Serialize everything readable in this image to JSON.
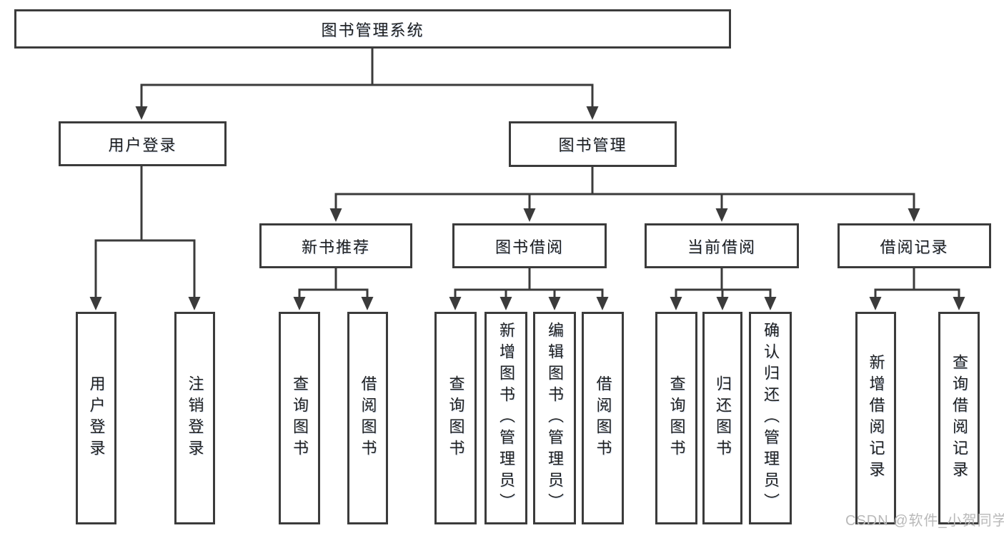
{
  "diagram": {
    "root": {
      "label": "图书管理系统"
    },
    "branches": [
      {
        "label": "用户登录",
        "leaves": [
          {
            "label": "用户登录"
          },
          {
            "label": "注销登录"
          }
        ]
      },
      {
        "label": "图书管理",
        "groups": [
          {
            "label": "新书推荐",
            "leaves": [
              {
                "label": "查询图书"
              },
              {
                "label": "借阅图书"
              }
            ]
          },
          {
            "label": "图书借阅",
            "leaves": [
              {
                "label": "查询图书"
              },
              {
                "label": "新增图书（管理员）"
              },
              {
                "label": "编辑图书（管理员）"
              },
              {
                "label": "借阅图书"
              }
            ]
          },
          {
            "label": "当前借阅",
            "leaves": [
              {
                "label": "查询图书"
              },
              {
                "label": "归还图书"
              },
              {
                "label": "确认归还（管理员）"
              }
            ]
          },
          {
            "label": "借阅记录",
            "leaves": [
              {
                "label": "新增借阅记录"
              },
              {
                "label": "查询借阅记录"
              }
            ]
          }
        ]
      }
    ]
  },
  "watermark": {
    "label": "CSDN @软件_小贺同学"
  },
  "colors": {
    "line": "#3b3b3b",
    "text": "#1f1f1f",
    "box_background": "#ffffff",
    "page_background": "#ffffff",
    "watermark": "#b9b9b9"
  }
}
